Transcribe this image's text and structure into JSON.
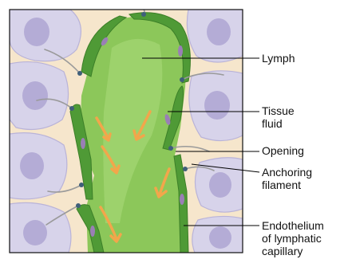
{
  "labels": {
    "lymph": "Lymph",
    "tissue_fluid": [
      "Tissue",
      "fluid"
    ],
    "opening": "Opening",
    "anchoring_filament": [
      "Anchoring",
      "filament"
    ],
    "endothelium": [
      "Endothelium",
      "of lymphatic",
      "capillary"
    ]
  },
  "colors": {
    "tissue_background": "#f6e6cc",
    "tissue_cell": "#d7d3ea",
    "cell_nucleus": "#b4acd6",
    "lymph": "#8cc75a",
    "endothelium_wall": "#4f9a36",
    "endothelial_nucleus": "#9a7fb6",
    "flow_arrow": "#f2a64b",
    "leader_line": "#000000"
  },
  "icons": [
    "flow-arrow",
    "anchoring-filament",
    "tissue-cell"
  ]
}
